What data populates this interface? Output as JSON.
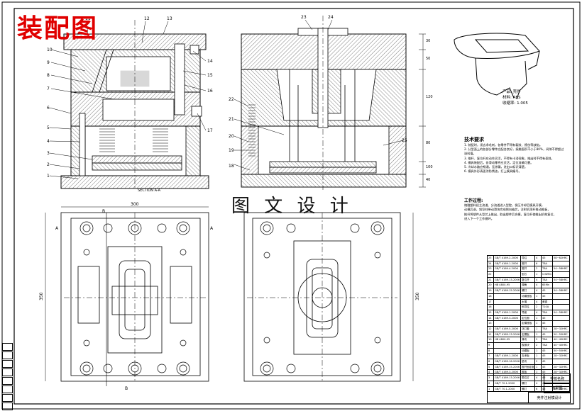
{
  "overlay": {
    "title": "装配图",
    "subtitle": "图 文 设 计"
  },
  "section_label": "SECTION A-A",
  "callouts_left": [
    "1",
    "2",
    "3",
    "4",
    "5",
    "6",
    "7",
    "8",
    "9",
    "10",
    "11",
    "12",
    "13",
    "14",
    "15",
    "16",
    "17"
  ],
  "callouts_right": [
    "18",
    "19",
    "20",
    "21",
    "22",
    "23",
    "24",
    "25"
  ],
  "dimensions": {
    "width_top": "300",
    "height_left": "350",
    "height_right": "350",
    "right_stack": [
      "30",
      "50",
      "120",
      "80",
      "100",
      "40"
    ]
  },
  "view_markers": {
    "a": "A",
    "b": "B"
  },
  "part_info": [
    "产品: 壳件",
    "材料: ABS",
    "收缩率: 1.005"
  ],
  "tech_title": "技术要求",
  "tech_lines": [
    "1. 装配时，须去净毛刺，各零件不得有裂纹、擦伤等缺陷。",
    "2. 分型面上的各部分零件应配合良好，接触面积不小于80%，间隙不得超过溢料值。",
    "3. 推杆、复位杆应动作灵活，不得有卡滞现象，推出时不得有歪斜。",
    "4. 模具装配后，各滑动零件应灵活，定位准确可靠。",
    "5. 冷却水路应畅通，无渗漏，进出口标识清楚。",
    "6. 模具外形表面涂防锈油，打上模具编号。"
  ],
  "work_title": "工作过程:",
  "work_lines": [
    "熔融塑料经主流道、分流道进入型腔，保压冷却后模具开模，",
    "动模后退，斜导柱带动滑块完成侧向抽芯，注射机顶杆推动推板，",
    "推杆将塑件从型芯上推出，取出塑件后合模，复位杆使推出机构复位，",
    "进入下一个工作循环。"
  ],
  "bom_rows": [
    [
      "25",
      "GB/T 4169.2-2006",
      "导柱",
      "4",
      "45",
      "58~62HRC"
    ],
    [
      "24",
      "GB/T 4169.1-2006",
      "推杆",
      "6",
      "T8A",
      ""
    ],
    [
      "23",
      "GB/T 4169.4-2006",
      "推杆",
      "2",
      "T8A",
      "54~58HRC"
    ],
    [
      "22",
      "",
      "型芯",
      "1",
      "CrWMn",
      ""
    ],
    [
      "21",
      "GB/T 4169.13-2006",
      "复位杆",
      "4",
      "T8A",
      "54~58HRC"
    ],
    [
      "20",
      "HB 4800-95",
      "弹簧",
      "4",
      "65Mn",
      ""
    ],
    [
      "19",
      "GB/T 4169.15-2006",
      "螺钉",
      "4",
      "45",
      "54~58HRC"
    ],
    [
      "18",
      "",
      "动模座板",
      "1",
      "45",
      ""
    ],
    [
      "17",
      "",
      "水嘴",
      "4",
      "黄铜",
      ""
    ],
    [
      "16",
      "",
      "斜导柱",
      "2",
      "T10A",
      ""
    ],
    [
      "15",
      "GB/T 4169.1-2006",
      "导套",
      "4",
      "T8A",
      "54~58HRC"
    ],
    [
      "14",
      "GB/T 4169.3-2006",
      "定位圈",
      "1",
      "45",
      ""
    ],
    [
      "13",
      "",
      "定模座板",
      "1",
      "45",
      ""
    ],
    [
      "12",
      "GB/T 4169.5-2006",
      "浇口套",
      "1",
      "T8A",
      "28~32HRC"
    ],
    [
      "11",
      "GB/T 4169.13-2006",
      "定模板",
      "1",
      "45",
      "50~55HRC"
    ],
    [
      "10",
      "HB 4800-95",
      "滑块",
      "2",
      "T8A",
      "40~45HRC"
    ],
    [
      "9",
      "",
      "楔紧块",
      "2",
      "T8A",
      "40~45HRC"
    ],
    [
      "8",
      "",
      "动模板",
      "1",
      "45",
      "50~55HRC"
    ],
    [
      "7",
      "GB/T 4169.1-2006",
      "支承板",
      "1",
      "45",
      "28~32HRC"
    ],
    [
      "6",
      "GB/T 4169.16-2006",
      "垫块",
      "2",
      "45",
      ""
    ],
    [
      "5",
      "GB/T 4169.15-2006",
      "推杆固定板",
      "1",
      "45",
      "28~32HRC"
    ],
    [
      "4",
      "GB/T 4169.3-2006",
      "推板",
      "1",
      "45",
      "28~32HRC"
    ],
    [
      "3",
      "GB/T 4169.13-2006",
      "限位钉",
      "4",
      "45",
      ""
    ],
    [
      "2",
      "GB/T 70.1-2000",
      "螺钉",
      "4",
      "45",
      ""
    ],
    [
      "1",
      "GB/T 70.1-2000",
      "螺钉",
      "6",
      "45",
      "28~32HRC"
    ]
  ],
  "title_block": {
    "school": "学校名称",
    "drawing": "装配图",
    "designer": "壳件注射模设计"
  },
  "colors": {
    "overlay_title": "#e00000",
    "line": "#000000",
    "hatch": "#000000"
  }
}
